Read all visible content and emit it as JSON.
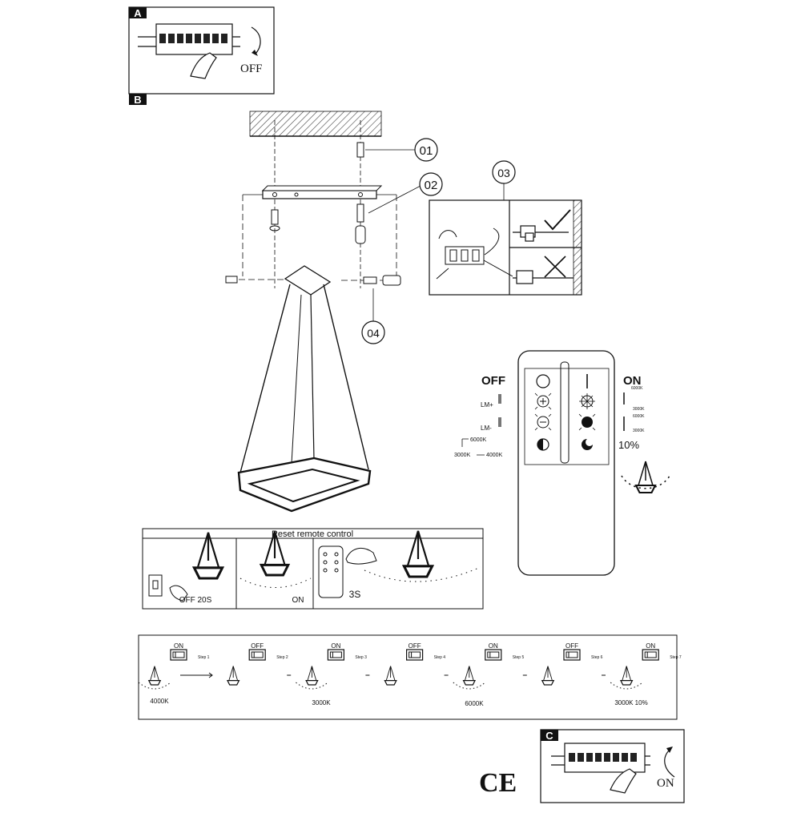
{
  "panel_a": {
    "letter": "A",
    "label": "OFF"
  },
  "panel_b": {
    "letter": "B"
  },
  "panel_c": {
    "letter": "C",
    "label": "ON"
  },
  "callouts": {
    "c01": "01",
    "c02": "02",
    "c03": "03",
    "c04": "04"
  },
  "remote": {
    "off_label": "OFF",
    "on_label": "ON",
    "lm_plus": "LM+",
    "lm_minus": "LM-",
    "cct_6000_top": "6000K",
    "cct_3000_top": "3000K",
    "cct_6000_bottom": "6000K",
    "cct_3000_bottom": "3000K",
    "cycle_6000": "6000K",
    "cycle_3000": "3000K",
    "cycle_4000": "4000K",
    "night_level": "10%"
  },
  "reset": {
    "title": "Reset remote control",
    "step1": "OFF 20S",
    "step2": "ON",
    "step3": "3S"
  },
  "sequence": {
    "steps": [
      {
        "state": "ON",
        "label": "Step 1"
      },
      {
        "state": "OFF",
        "label": "Step 2"
      },
      {
        "state": "ON",
        "label": "Step 3"
      },
      {
        "state": "OFF",
        "label": "Step 4"
      },
      {
        "state": "ON",
        "label": "Step 5"
      },
      {
        "state": "OFF",
        "label": "Step 6"
      },
      {
        "state": "ON",
        "label": "Step 7"
      }
    ],
    "results": [
      "4000K",
      "3000K",
      "6000K",
      "3000K 10%"
    ]
  },
  "ce_mark": "CE"
}
